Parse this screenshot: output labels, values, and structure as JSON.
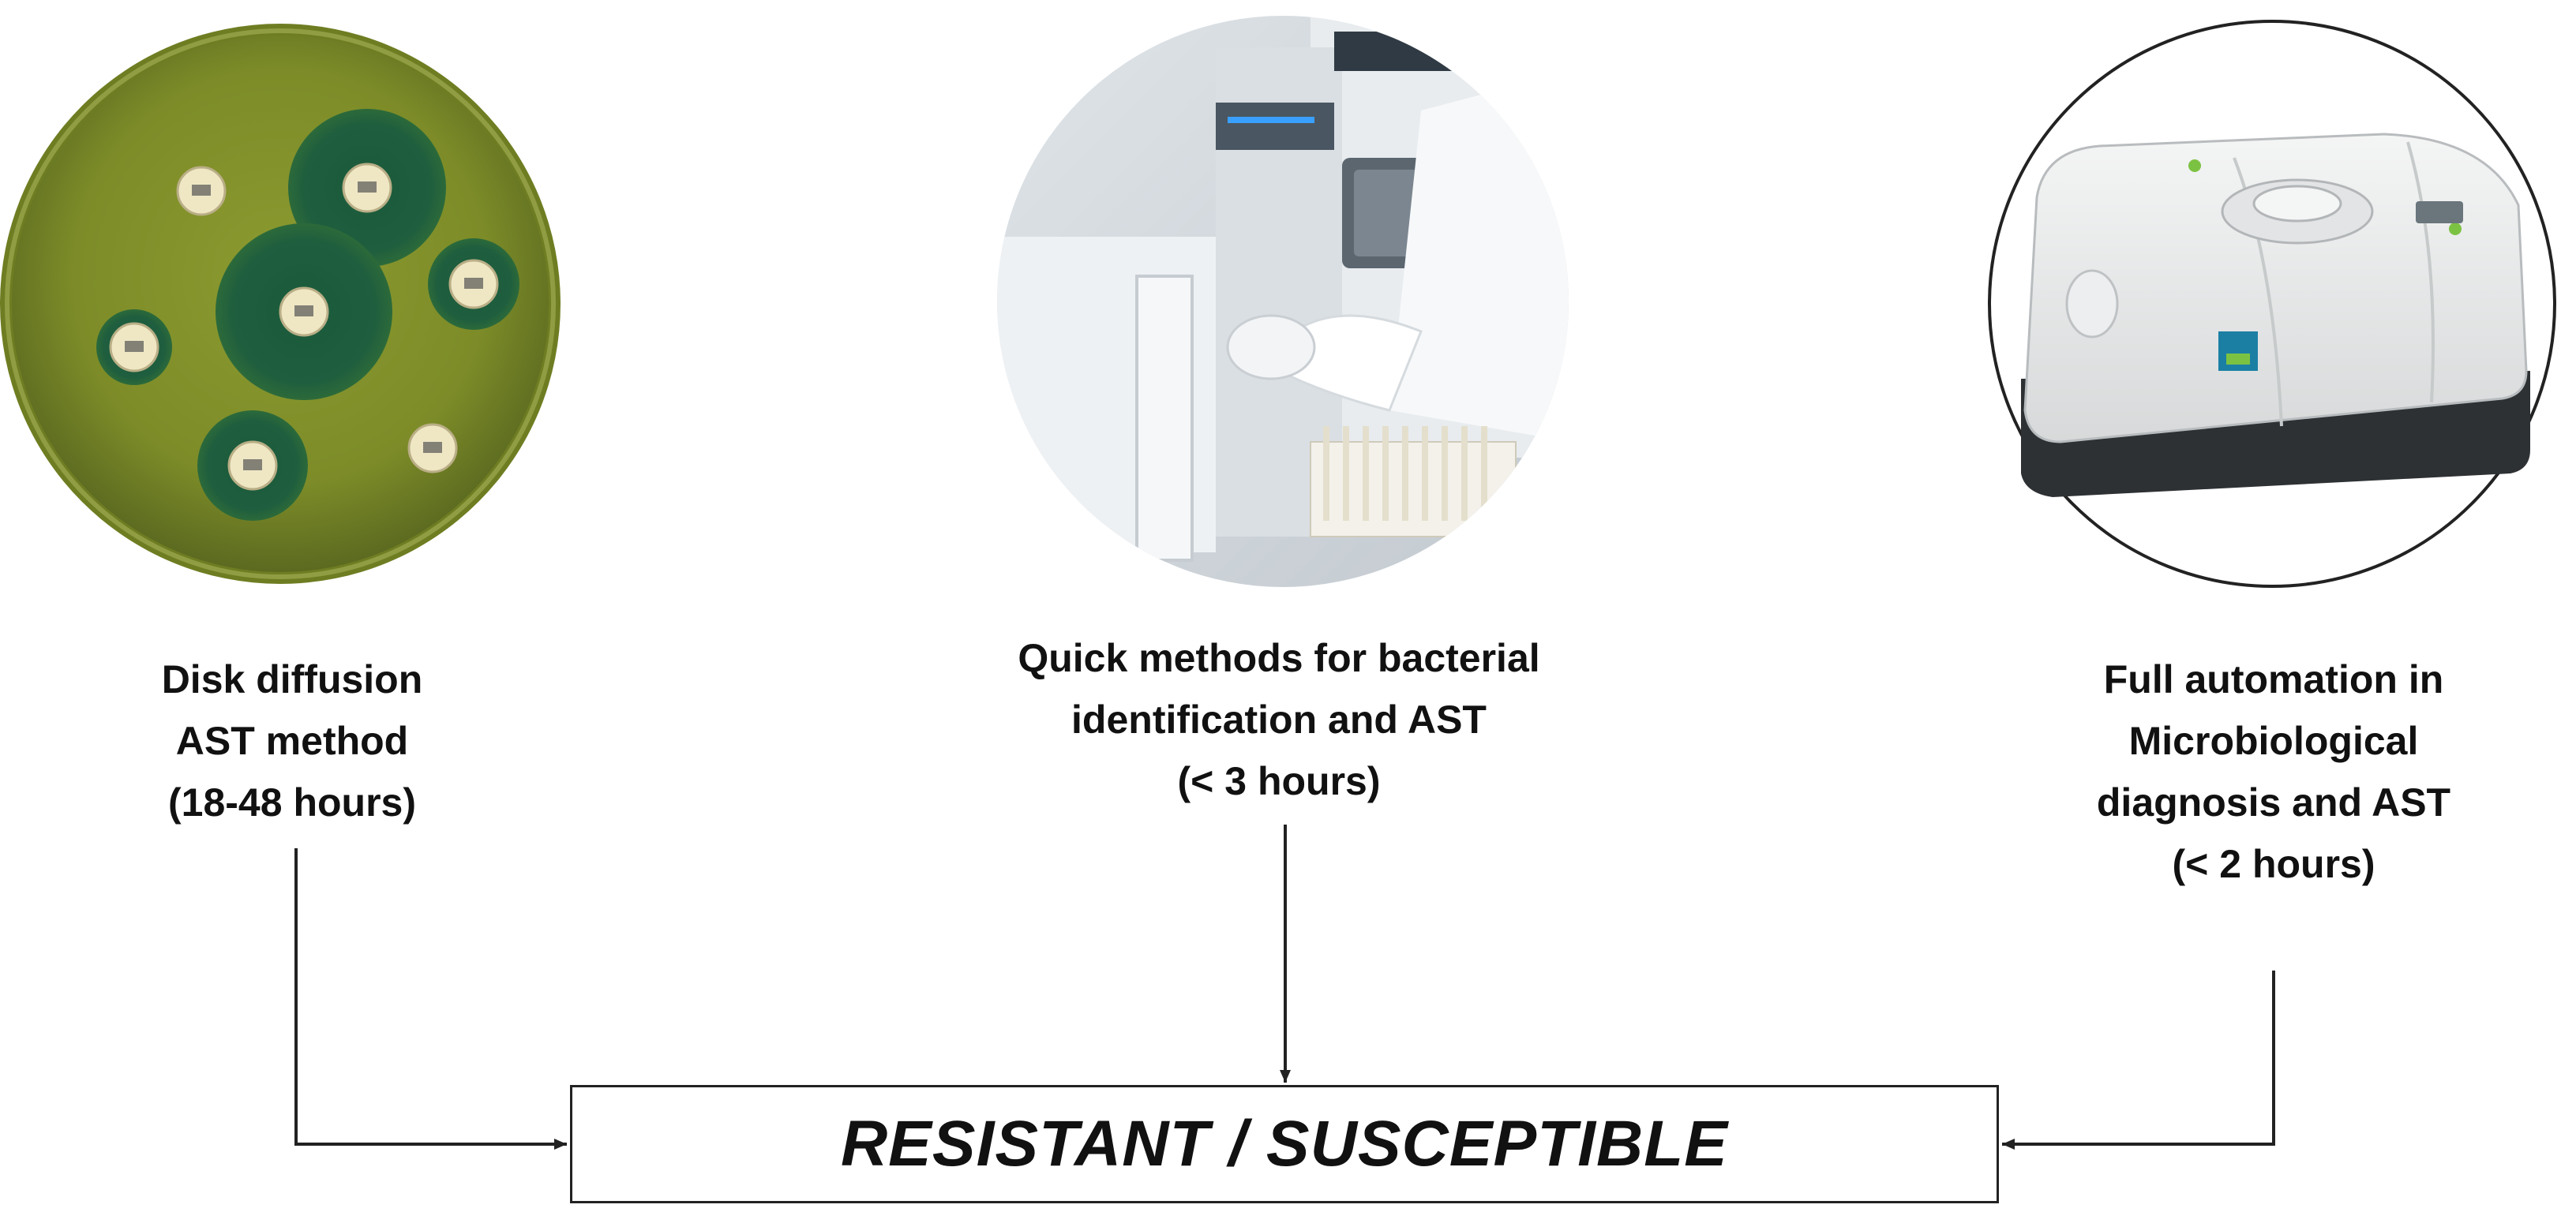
{
  "methods": [
    {
      "id": "disk",
      "caption_lines": [
        "Disk diffusion",
        "AST method",
        "(18-48 hours)"
      ]
    },
    {
      "id": "quick",
      "caption_lines": [
        "Quick methods for bacterial",
        "identification and AST",
        "(< 3 hours)"
      ]
    },
    {
      "id": "auto",
      "caption_lines": [
        "Full automation in",
        "Microbiological",
        "diagnosis and AST",
        "(< 2 hours)"
      ]
    }
  ],
  "result": {
    "label": "RESISTANT / SUSCEPTIBLE"
  },
  "colors": {
    "agar": "#8f9a2c",
    "inhibition_zone": "#1e5a3c",
    "disk": "#efe7c4",
    "line": "#222222"
  }
}
